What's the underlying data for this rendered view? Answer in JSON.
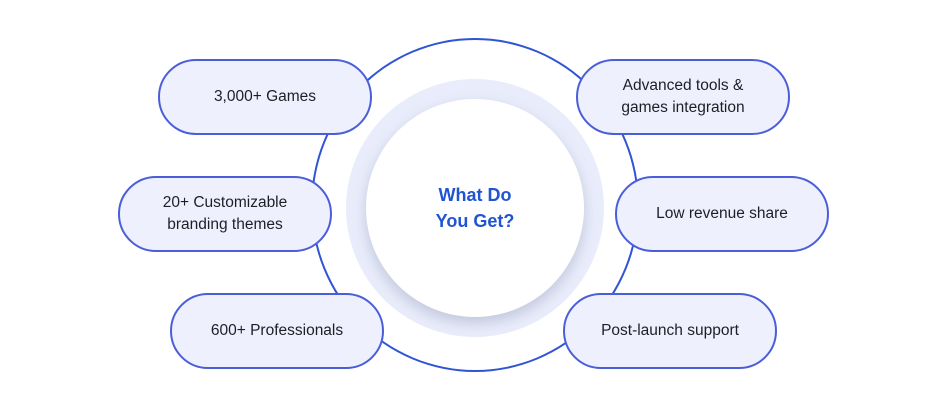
{
  "center": {
    "title_line1": "What Do",
    "title_line2": "You Get?"
  },
  "features_left": [
    {
      "line1": "3,000+ Games",
      "line2": ""
    },
    {
      "line1": "20+ Customizable",
      "line2": "branding themes"
    },
    {
      "line1": "600+ Professionals",
      "line2": ""
    }
  ],
  "features_right": [
    {
      "line1": "Advanced tools &",
      "line2": "games integration"
    },
    {
      "line1": "Low revenue share",
      "line2": ""
    },
    {
      "line1": "Post-launch support",
      "line2": ""
    }
  ],
  "colors": {
    "accent": "#2f55d4",
    "center_text": "#2154d3",
    "pill_border": "#4b5ed9",
    "pill_fill": "#eef0fd",
    "halo_fill": "#e9edfb"
  }
}
